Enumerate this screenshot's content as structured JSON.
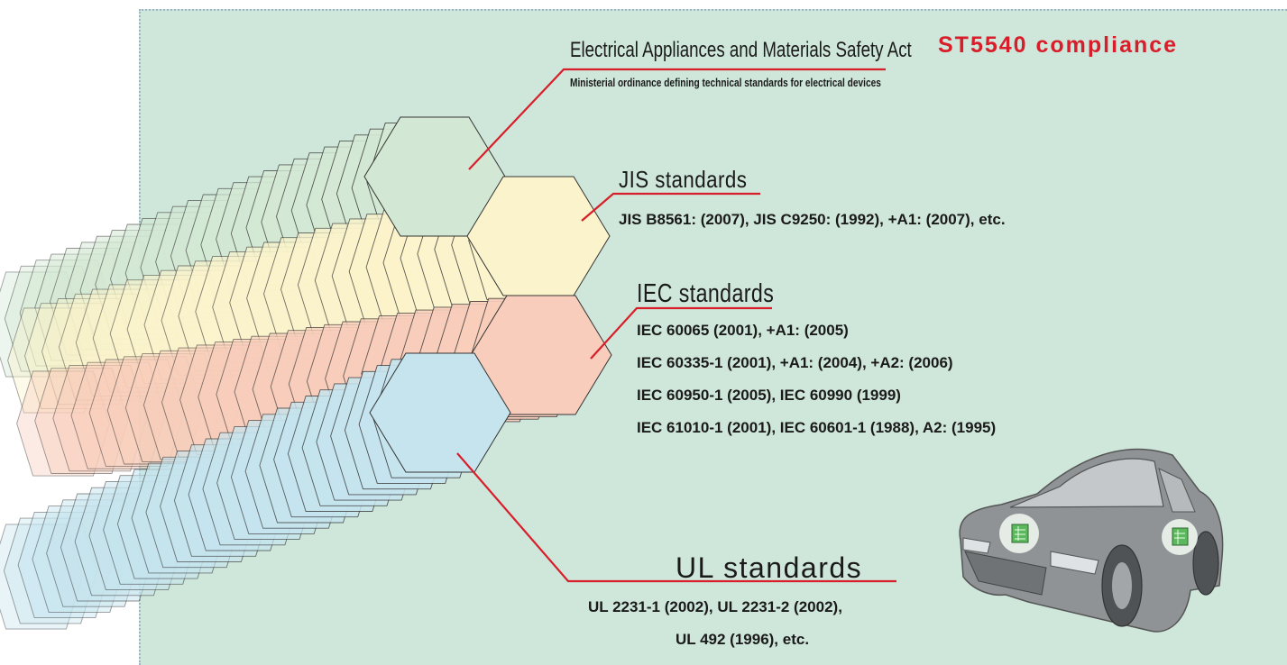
{
  "title": "ST5540 compliance",
  "colors": {
    "panel_bg": "#cfe7da",
    "title_red": "#d81e2a",
    "leader_red": "#d81e2a",
    "hex_green": "#d3e8d4",
    "hex_yellow": "#fbf3cb",
    "hex_pink": "#f8cdbb",
    "hex_blue": "#c5e4ee"
  },
  "standards": {
    "electrical": {
      "heading": "Electrical Appliances and Materials Safety Act",
      "subtitle": "Ministerial ordinance defining technical standards for electrical devices"
    },
    "jis": {
      "heading": "JIS standards",
      "lines": [
        "JIS B8561: (2007), JIS C9250: (1992), +A1: (2007), etc."
      ]
    },
    "iec": {
      "heading": "IEC standards",
      "lines": [
        "IEC 60065 (2001), +A1: (2005)",
        "IEC 60335-1 (2001), +A1: (2004), +A2: (2006)",
        "IEC 60950-1 (2005), IEC 60990 (1999)",
        "IEC 61010-1 (2001), IEC 60601-1 (1988), A2: (1995)"
      ]
    },
    "ul": {
      "heading": "UL standards",
      "lines": [
        "UL 2231-1 (2002), UL 2231-2 (2002),",
        "UL 492 (1996), etc."
      ]
    }
  },
  "illustration": {
    "icons": [
      "hexagon-stack-illustration",
      "car-illustration",
      "circuit-board-icon"
    ]
  }
}
